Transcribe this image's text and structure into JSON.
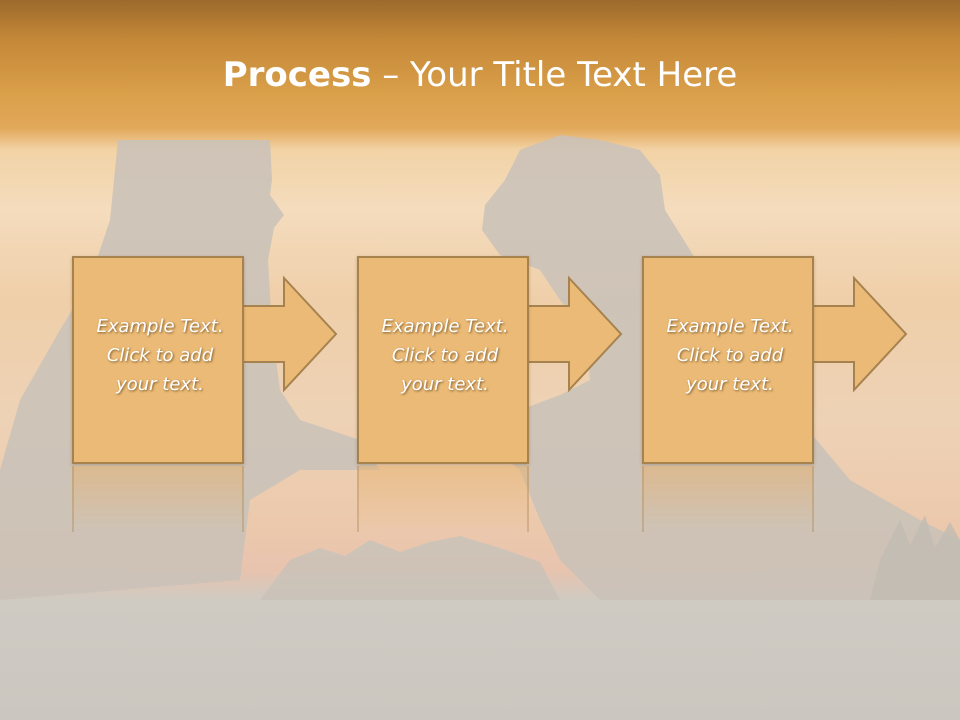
{
  "slide": {
    "title_bold": "Process",
    "title_rest": " – Your Title Text Here"
  },
  "steps": [
    {
      "text": "Example Text.\nClick  to add\nyour text."
    },
    {
      "text": "Example Text.\nClick  to add\nyour text."
    },
    {
      "text": "Example Text.\nClick  to add\nyour text."
    }
  ],
  "colors": {
    "box_fill": "#ebba76",
    "box_border": "#a6824f",
    "arrow_fill": "#ebba76",
    "title_text": "#ffffff"
  }
}
